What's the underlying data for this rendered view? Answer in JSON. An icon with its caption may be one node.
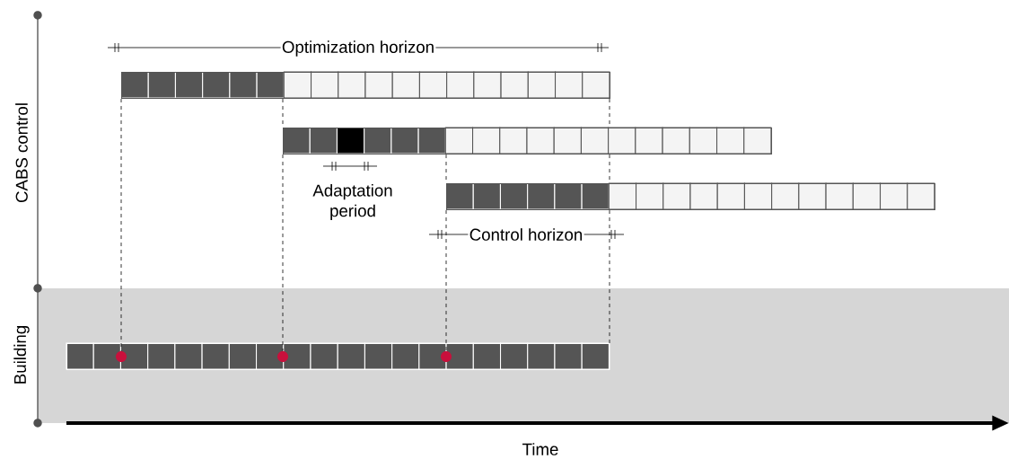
{
  "diagram": {
    "nodes": [
      {
        "text": [],
        "shape": "bar"
      },
      {
        "text": [],
        "shape": "bar"
      },
      {
        "text": [],
        "shape": "bar"
      },
      {
        "text": [],
        "shape": "bar"
      },
      {
        "text": [],
        "shape": "circle",
        "in": 3
      },
      {
        "text": [],
        "shape": "circle",
        "in": 3
      },
      {
        "text": [],
        "shape": "circle",
        "in": 3
      }
    ],
    "edges": [
      {
        "from": 0,
        "to": 4,
        "arrow": "none",
        "style": "dashed"
      },
      {
        "from": 1,
        "to": 5,
        "arrow": "none",
        "style": "dashed"
      },
      {
        "from": 2,
        "to": 6,
        "arrow": "none",
        "style": "dashed"
      },
      {
        "from": 0,
        "to": 1,
        "arrow": "none",
        "style": "dashed"
      },
      {
        "from": 1,
        "to": 2,
        "arrow": "none",
        "style": "dashed"
      },
      {
        "from": 0,
        "to": 1,
        "arrow": "none",
        "style": "dashed"
      },
      {
        "from": 1,
        "to": 2,
        "arrow": "none",
        "style": "dashed"
      },
      {
        "from": 2,
        "to": 3,
        "arrow": "none",
        "style": "dashed"
      }
    ],
    "labels": [
      "Optimization horizon",
      "CABS control",
      "Adaptation period",
      "Control horizon",
      "Building",
      "Time"
    ]
  }
}
